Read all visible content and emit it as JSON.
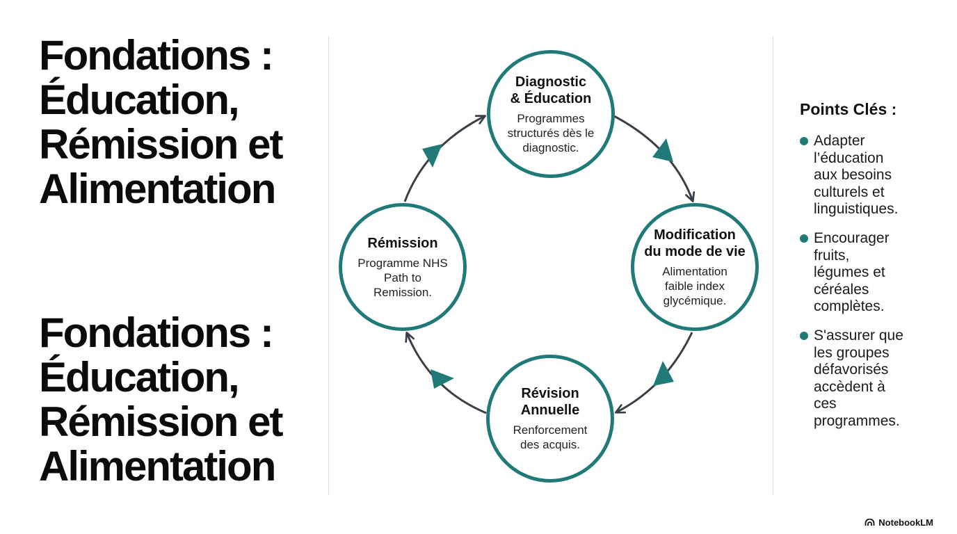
{
  "title": {
    "lines": [
      "Fondations :",
      "Éducation,",
      "Rémission et",
      "Alimentation"
    ]
  },
  "cycle": {
    "nodes": [
      {
        "title_lines": [
          "Diagnostic",
          "& Éducation"
        ],
        "desc_lines": [
          "Programmes",
          "structurés dès le",
          "diagnostic."
        ]
      },
      {
        "title_lines": [
          "Modification",
          "du mode de vie"
        ],
        "desc_lines": [
          "Alimentation",
          "faible index",
          "glycémique."
        ]
      },
      {
        "title_lines": [
          "Révision",
          "Annuelle"
        ],
        "desc_lines": [
          "Renforcement",
          "des acquis."
        ]
      },
      {
        "title_lines": [
          "Rémission"
        ],
        "desc_lines": [
          "Programme NHS",
          "Path to",
          "Remission."
        ]
      }
    ]
  },
  "key_points": {
    "title": "Points Clés :",
    "items": [
      {
        "lines": [
          "Adapter",
          "l’éducation",
          "aux besoins",
          "culturels et",
          "linguistiques."
        ]
      },
      {
        "lines": [
          "Encourager",
          "fruits,",
          "légumes et",
          "céréales",
          "complètes."
        ]
      },
      {
        "lines": [
          "S'assurer que",
          "les groupes",
          "défavorisés",
          "accèdent à",
          "ces",
          "programmes."
        ]
      }
    ]
  },
  "brand": {
    "name": "NotebookLM",
    "icon": "notebooklm-logo-icon"
  },
  "colors": {
    "accent": "#1f7a78",
    "arrow": "#3a4048",
    "text": "#111111"
  }
}
